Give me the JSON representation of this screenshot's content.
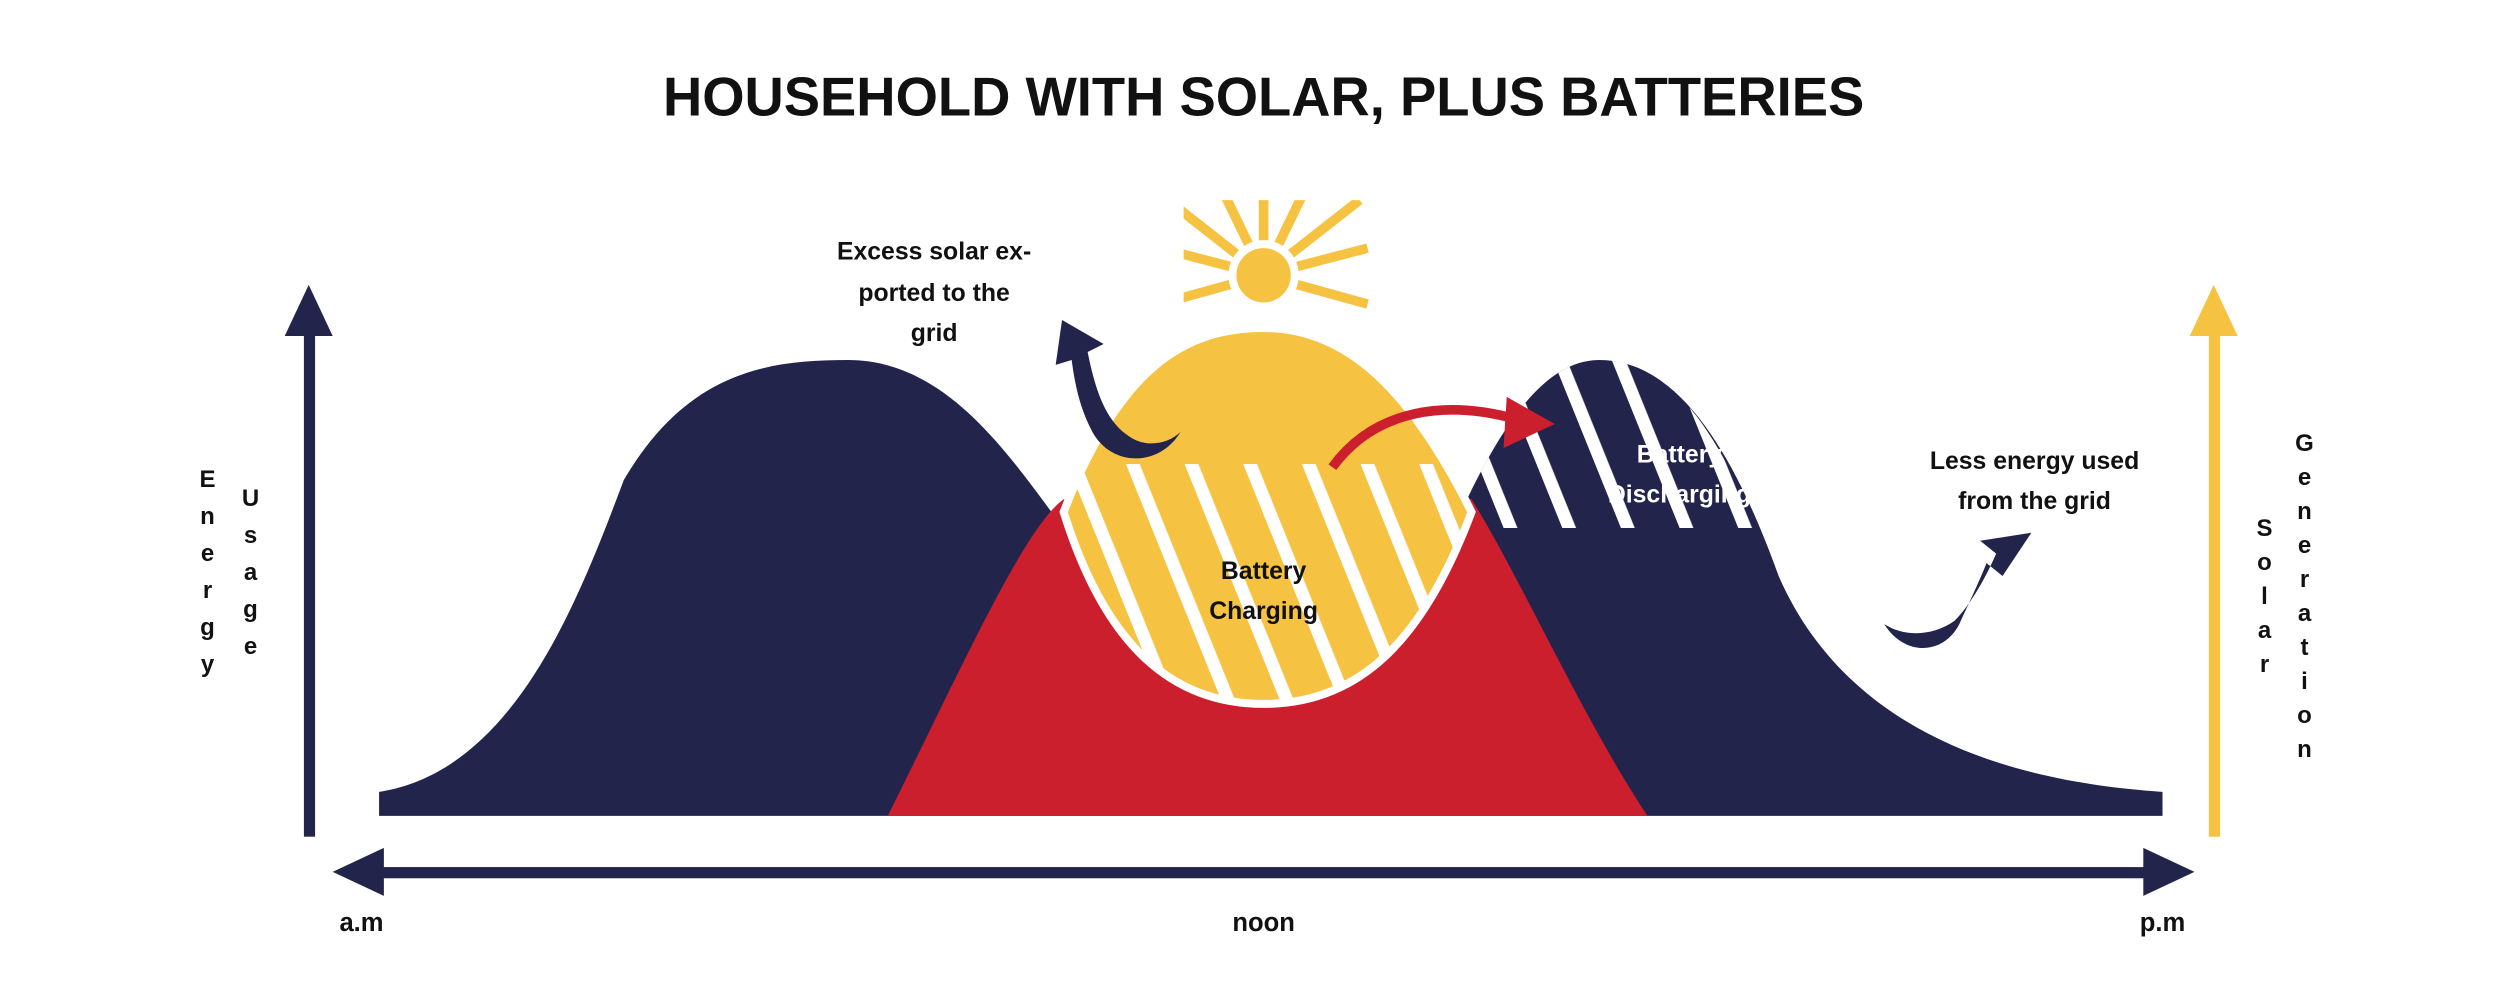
{
  "title": "HOUSEHOLD WITH SOLAR, PLUS BATTERIES",
  "axes": {
    "left_label_1": [
      "E",
      "n",
      "e",
      "r",
      "g",
      "y"
    ],
    "left_label_2": [
      "U",
      "s",
      "a",
      "g",
      "e"
    ],
    "right_label_1": [
      "S",
      "o",
      "l",
      "a",
      "r"
    ],
    "right_label_2": [
      "G",
      "e",
      "n",
      "e",
      "r",
      "a",
      "t",
      "i",
      "o",
      "n"
    ],
    "left_label_text": "Energy Usage",
    "right_label_text": "Solar Generation",
    "x_start": "a.m",
    "x_mid": "noon",
    "x_end": "p.m"
  },
  "annotations": {
    "excess": [
      "Excess solar ex-",
      "ported to the",
      "grid"
    ],
    "charging": [
      "Battery",
      "Charging"
    ],
    "discharging": [
      "Battery",
      "Discharging"
    ],
    "less_grid": [
      "Less energy used",
      "from the grid"
    ]
  },
  "colors": {
    "navy": "#22244c",
    "red": "#cc1f2e",
    "yellow": "#f6c242"
  }
}
